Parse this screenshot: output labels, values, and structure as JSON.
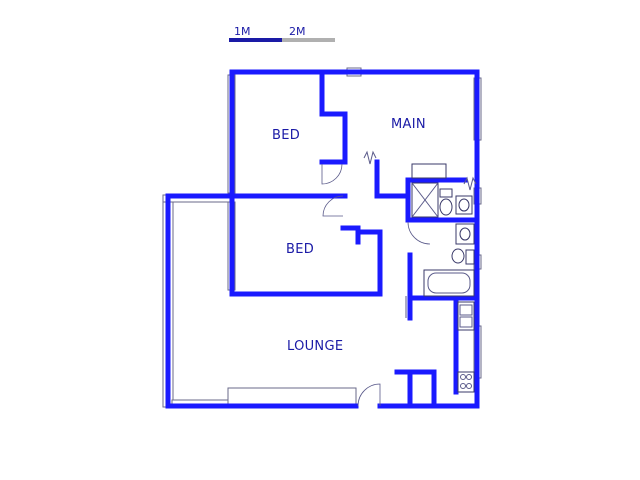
{
  "scale_bar": {
    "label_1": "1M",
    "label_2": "2M"
  },
  "rooms": {
    "bed_1": "BED",
    "main": "MAIN",
    "bed_2": "BED",
    "lounge": "LOUNGE"
  },
  "colors": {
    "wall": "#1a1aff",
    "label": "#1a1aa6",
    "scale_dark": "#1a1aa6",
    "scale_light": "#b0b0b0"
  }
}
